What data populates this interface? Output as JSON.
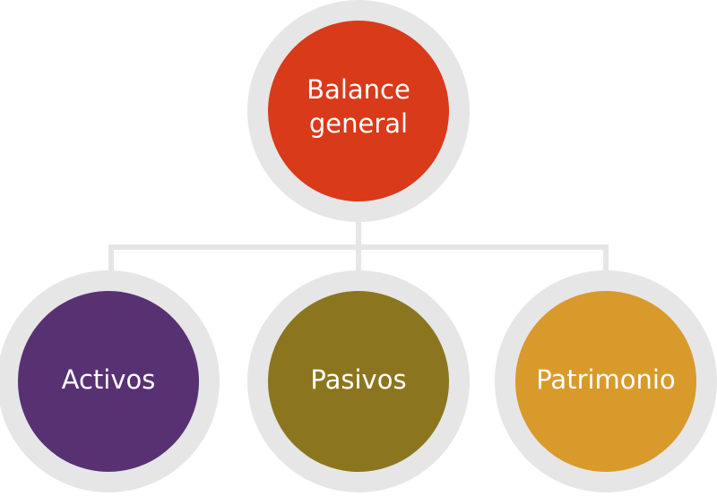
{
  "diagram": {
    "root": {
      "label_line1": "Balance",
      "label_line2": "general",
      "color": "#d93a1a"
    },
    "children": [
      {
        "label": "Activos",
        "color": "#583173"
      },
      {
        "label": "Pasivos",
        "color": "#8b761f"
      },
      {
        "label": "Patrimonio",
        "color": "#d99a2c"
      }
    ],
    "ring_color": "#e6e6e6",
    "connector_color": "#e6e6e6"
  }
}
